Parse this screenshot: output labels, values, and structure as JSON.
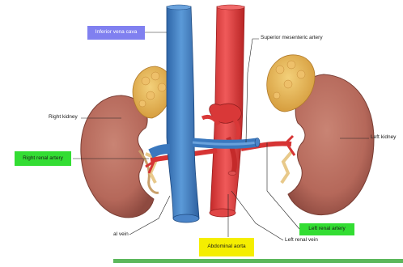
{
  "labels": {
    "inferior_vena_cava": "Inferior vena cava",
    "superior_mesenteric_artery": "Superior mesenteric artery",
    "right_kidney": "Right kidney",
    "left_kidney": "Left kidney",
    "right_renal_artery": "Right renal artery",
    "left_renal_artery": "Left renal artery",
    "left_renal_vein": "Left renal vein",
    "abdominal_aorta": "Abdominal aorta",
    "renal_vein_partial": "al vein"
  },
  "colors": {
    "vein_blue": "#3f7fc4",
    "artery_red": "#e23a3a",
    "kidney": "#b86a5a",
    "adrenal": "#e8b855",
    "ivc_label_bg": "#8080f0",
    "renal_artery_label_bg": "#33dd33",
    "aorta_label_bg": "#f5ee00",
    "bottom_bar": "#5cb85c"
  }
}
